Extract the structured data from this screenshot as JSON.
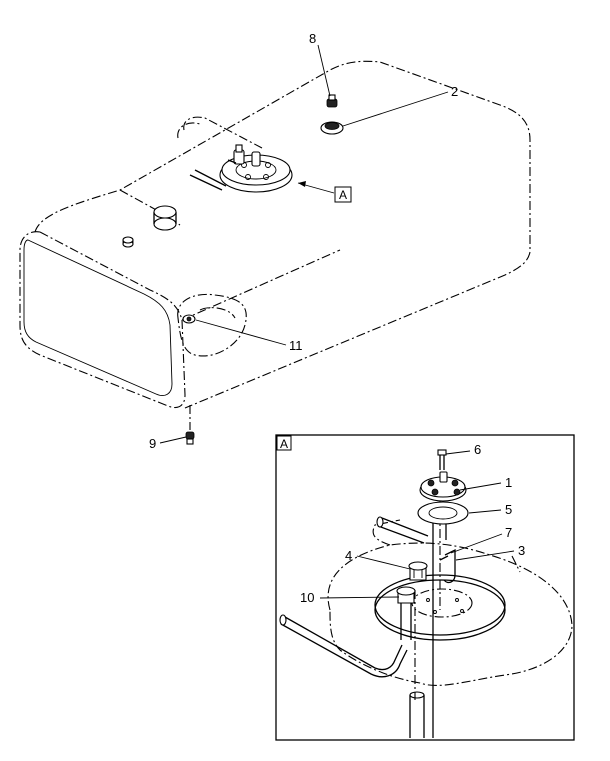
{
  "callouts": {
    "c1": "1",
    "c2": "2",
    "c3": "3",
    "c4": "4",
    "c5": "5",
    "c6": "6",
    "c7": "7",
    "c8": "8",
    "c9": "9",
    "c10": "10",
    "c11": "11"
  },
  "view_marker": "A",
  "detail_label": "A"
}
